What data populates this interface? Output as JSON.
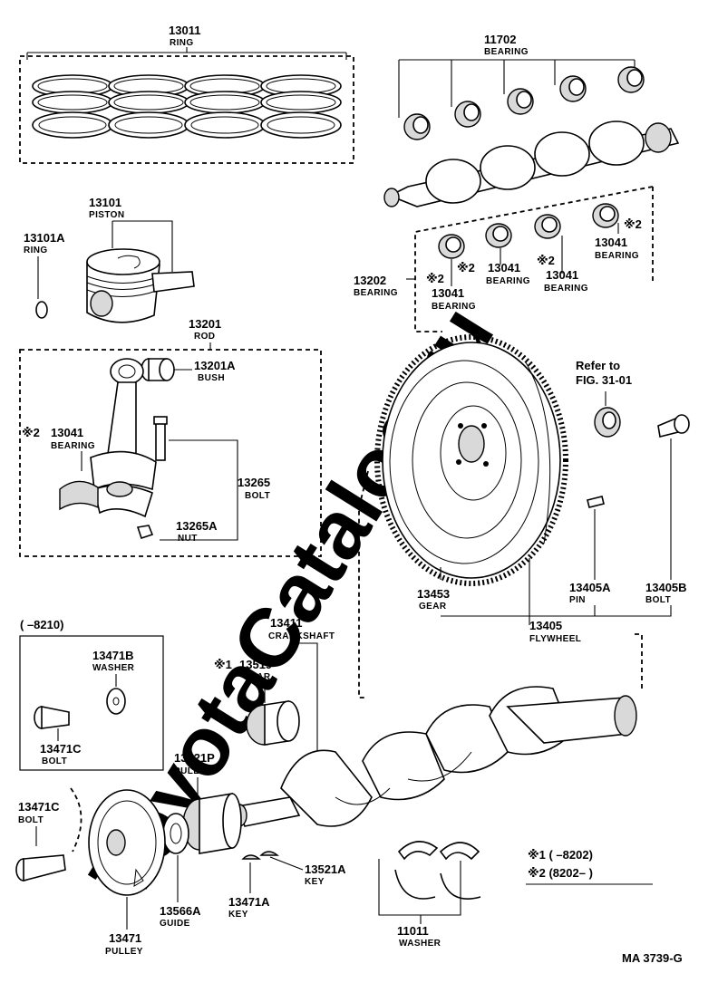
{
  "watermark": "ToyotaCatalog.ru",
  "ring": {
    "number": "13011",
    "name": "RING"
  },
  "piston": {
    "number": "13101",
    "name": "PISTON"
  },
  "piston_ring": {
    "number": "13101A",
    "name": "RING"
  },
  "rod": {
    "number": "13201",
    "name": "ROD"
  },
  "bush": {
    "number": "13201A",
    "name": "BUSH"
  },
  "rod_bearing": {
    "mark": "※2",
    "number": "13041",
    "name": "BEARING"
  },
  "rod_bolt": {
    "number": "13265",
    "name": "BOLT"
  },
  "rod_nut": {
    "number": "13265A",
    "name": "NUT"
  },
  "main_bearing_upper": {
    "number": "11702",
    "name": "BEARING"
  },
  "bearing_group": {
    "number": "13202",
    "name": "BEARING"
  },
  "bearing_a": {
    "mark": "※2",
    "number": "13041",
    "name": "BEARING"
  },
  "bearing_b": {
    "mark": "※2",
    "number": "13041",
    "name": "BEARING"
  },
  "bearing_c": {
    "mark": "※2",
    "number": "13041",
    "name": "BEARING"
  },
  "bearing_d": {
    "mark": "※2",
    "number": "13041",
    "name": "BEARING"
  },
  "refer": {
    "line1": "Refer to",
    "line2": "FIG. 31-01"
  },
  "ring_gear": {
    "number": "13453",
    "name": "GEAR"
  },
  "pin": {
    "number": "13405A",
    "name": "PIN"
  },
  "flywheel_bolt": {
    "number": "13405B",
    "name": "BOLT"
  },
  "flywheel": {
    "number": "13405",
    "name": "FLYWHEEL"
  },
  "crankshaft": {
    "number": "13411",
    "name": "CRANKSHAFT"
  },
  "crank_gear": {
    "mark": "※1",
    "number": "13519",
    "name": "GEAR"
  },
  "date_box": {
    "label": "(        –8210)"
  },
  "washer_b": {
    "number": "13471B",
    "name": "WASHER"
  },
  "bolt_c_inner": {
    "number": "13471C",
    "name": "BOLT"
  },
  "bolt_c_outer": {
    "number": "13471C",
    "name": "BOLT"
  },
  "pulley_p": {
    "number": "13521P",
    "name": "PULLEY"
  },
  "key_521a": {
    "number": "13521A",
    "name": "KEY"
  },
  "guide": {
    "number": "13566A",
    "name": "GUIDE"
  },
  "key_471a": {
    "number": "13471A",
    "name": "KEY"
  },
  "pulley": {
    "number": "13471",
    "name": "PULLEY"
  },
  "thrust_washer": {
    "number": "11011",
    "name": "WASHER"
  },
  "legend": {
    "line1": "※1 (        –8202)",
    "line2": "※2 (8202–        )"
  },
  "code": "MA  3739-G"
}
